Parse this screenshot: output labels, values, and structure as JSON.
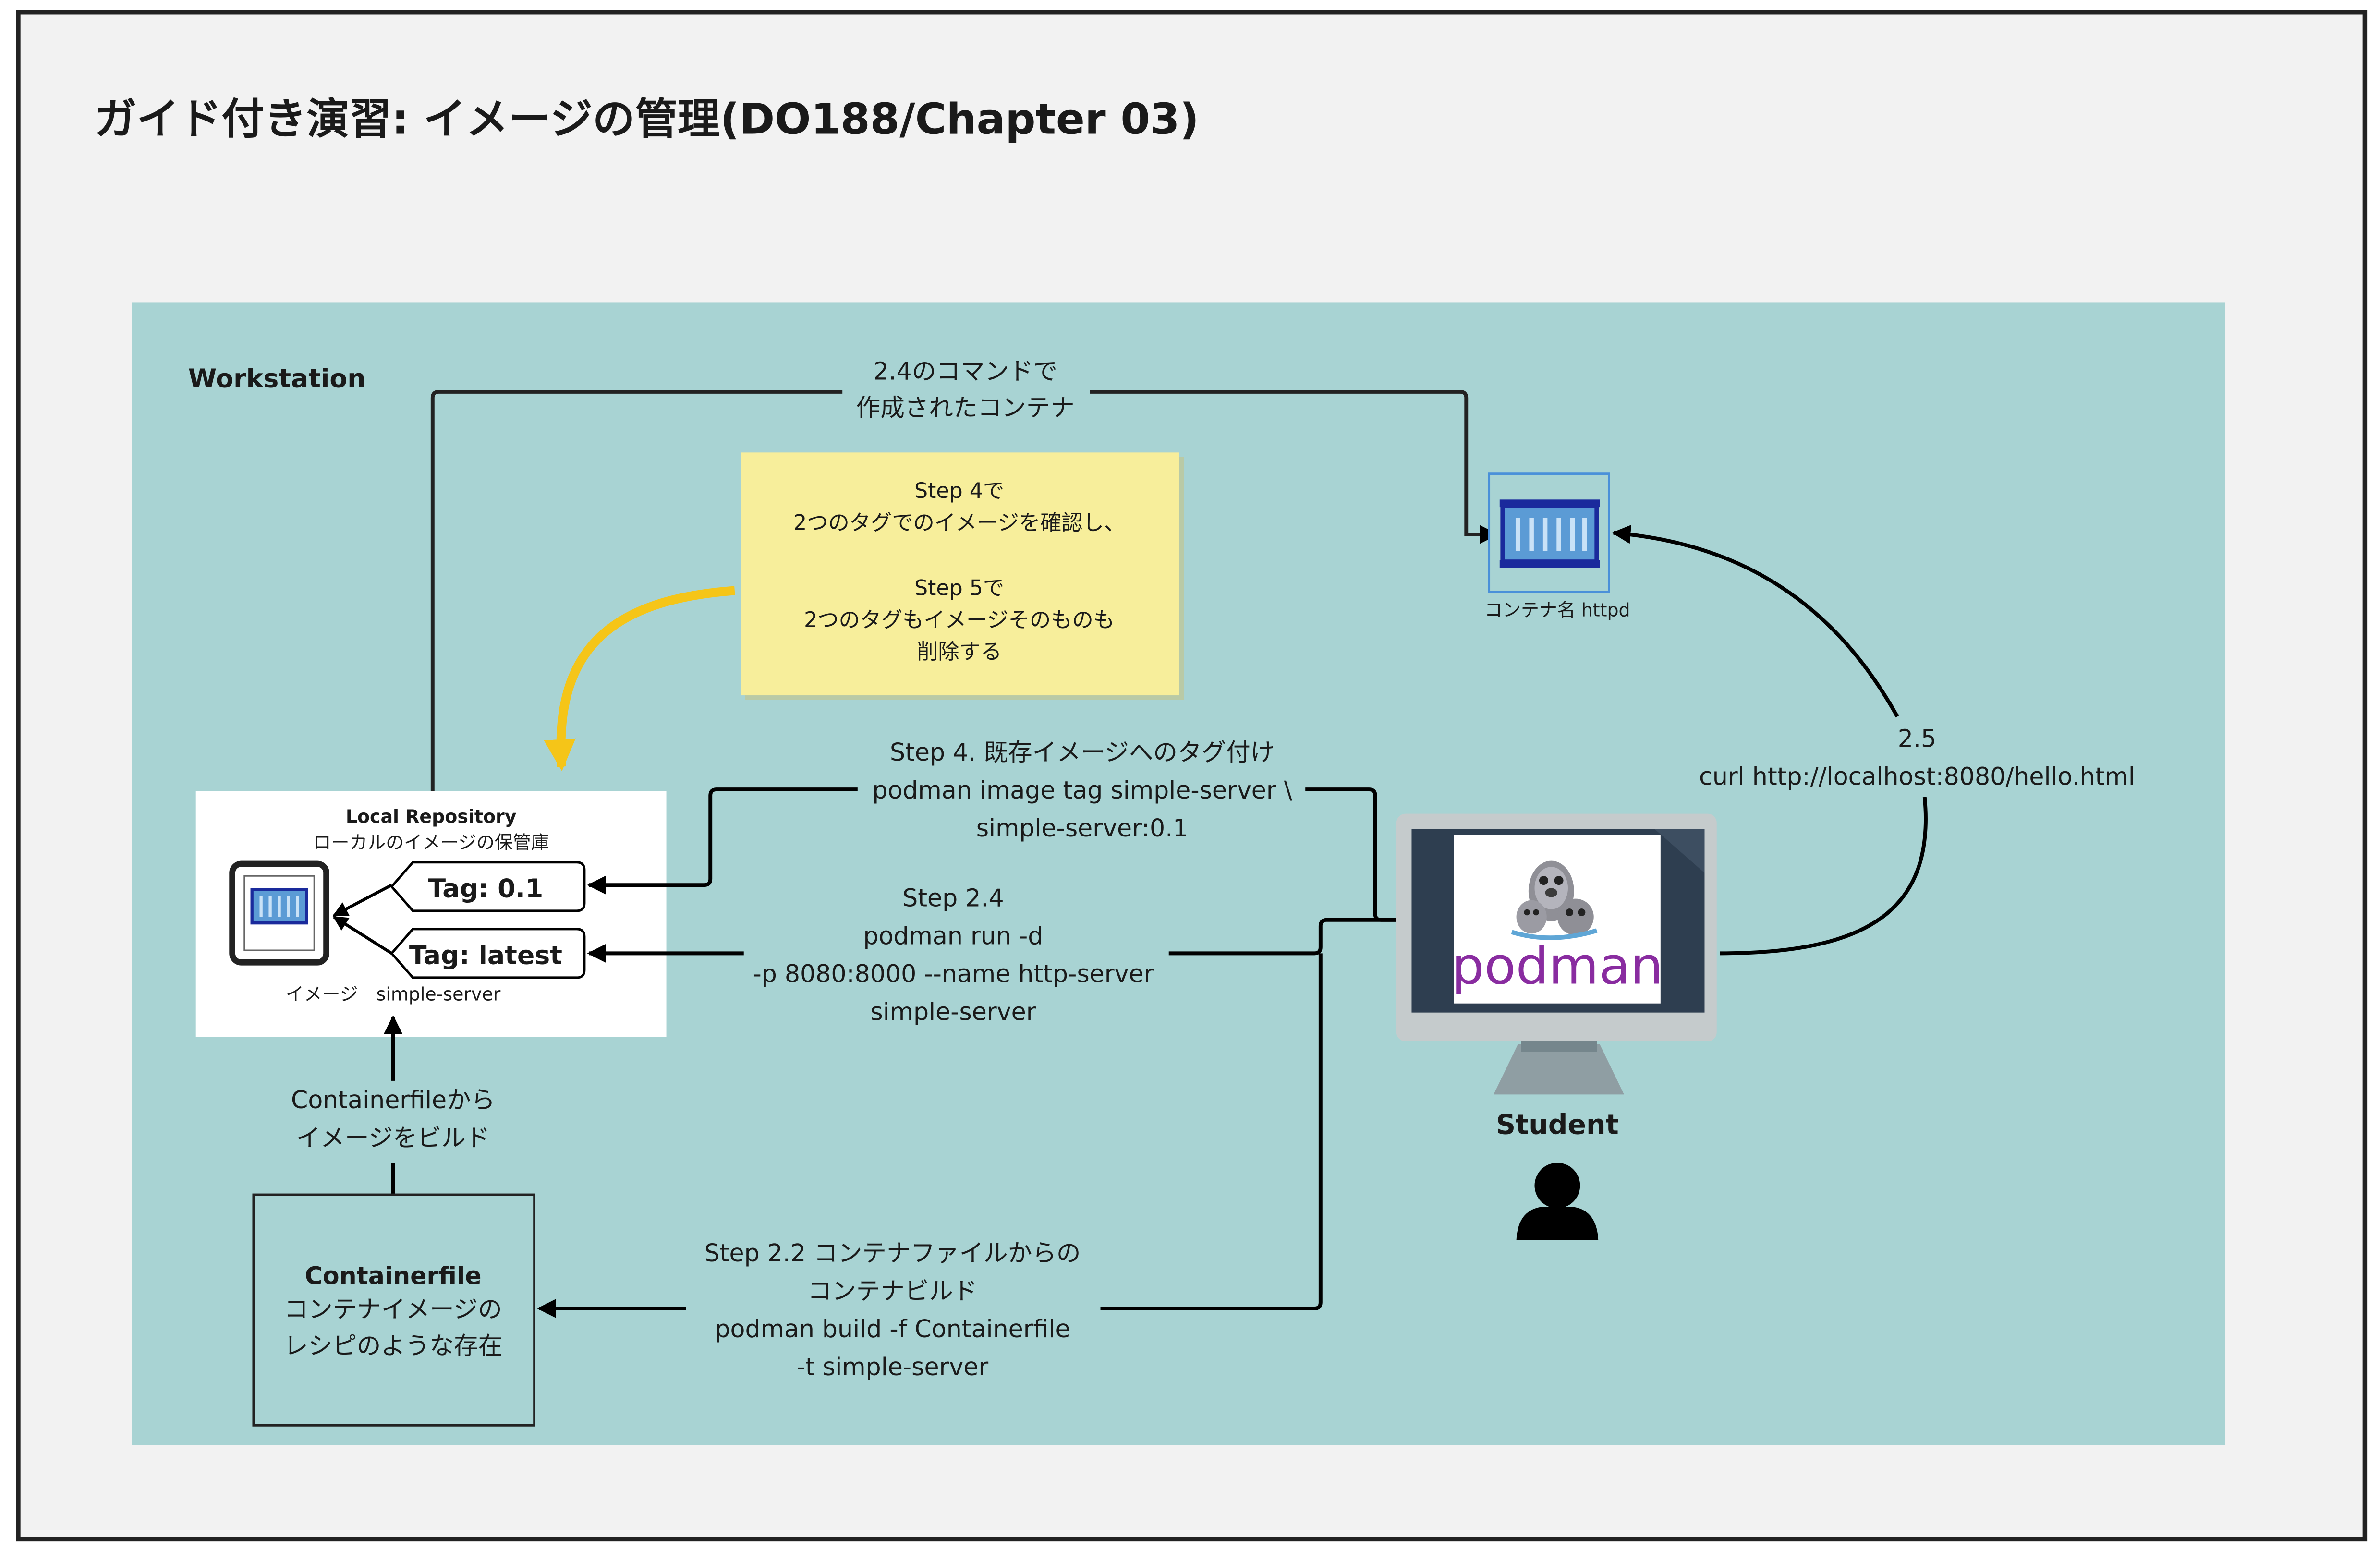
{
  "title": "ガイド付き演習: イメージの管理(DO188/Chapter 03)",
  "workstation_label": "Workstation",
  "colors": {
    "frame_bg": "#f2f2f2",
    "workstation_bg": "#a8d3d3",
    "sticky_note": "#f7ee9b",
    "highlight_arrow": "#f5c518",
    "container_icon": "#1a2a9c",
    "podman_purple": "#892ca0"
  },
  "container_httpd": {
    "label": "コンテナ名 httpd",
    "icon": "shipping-container-icon"
  },
  "top_connector_label": [
    "2.4のコマンドで",
    "作成されたコンテナ"
  ],
  "sticky_note": {
    "lines": [
      "Step 4で",
      "2つのタグでのイメージを確認し、",
      "",
      "Step 5で",
      "2つのタグもイメージそのものも",
      "削除する"
    ]
  },
  "local_repository": {
    "title": "Local Repository",
    "subtitle": "ローカルのイメージの保管庫",
    "tags": [
      "Tag: 0.1",
      "Tag: latest"
    ],
    "image_caption": "イメージ　simple-server",
    "icon": "container-image-icon"
  },
  "step4_label": [
    "Step 4. 既存イメージへのタグ付け",
    "podman image tag simple-server \\",
    "simple-server:0.1"
  ],
  "step24_label": [
    "Step 2.4",
    "podman run -d",
    "-p 8080:8000  --name http-server",
    "simple-server"
  ],
  "step25_label": [
    "2.5",
    "curl http://localhost:8080/hello.html"
  ],
  "build_label": [
    "Containerfileから",
    "イメージをビルド"
  ],
  "containerfile_box": {
    "title": "Containerfile",
    "lines": [
      "コンテナイメージの",
      "レシピのような存在"
    ]
  },
  "step22_label": [
    "Step 2.2 コンテナファイルからの",
    "コンテナビルド",
    "podman build -f Containerfile",
    "-t simple-server"
  ],
  "podman_logo_text": "podman",
  "student_label": "Student",
  "student_icon": "user-icon",
  "monitor_icon": "monitor-icon"
}
